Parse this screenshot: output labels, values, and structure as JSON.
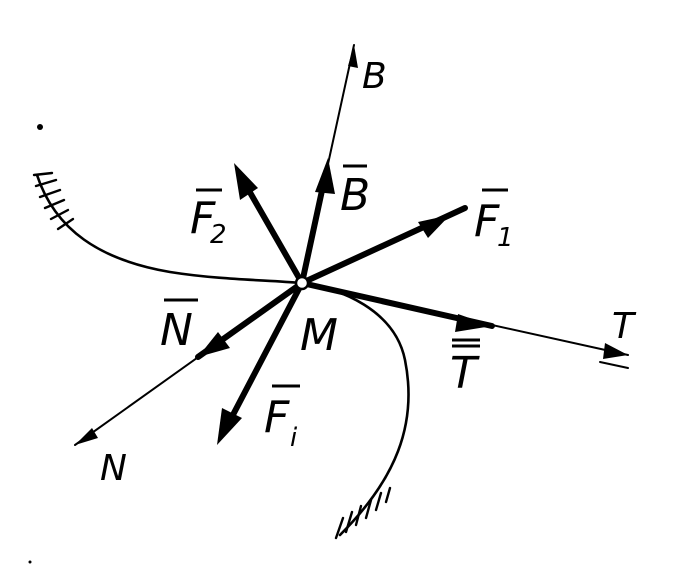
{
  "labels": {
    "point": "M",
    "axis_b": "B",
    "axis_t": "T",
    "axis_n": "N",
    "vec_b": "B",
    "vec_t": "T",
    "vec_n": "N",
    "f1_main": "F",
    "f1_sub": "1",
    "f2_main": "F",
    "f2_sub": "2",
    "fi_main": "F",
    "fi_sub": "i"
  }
}
